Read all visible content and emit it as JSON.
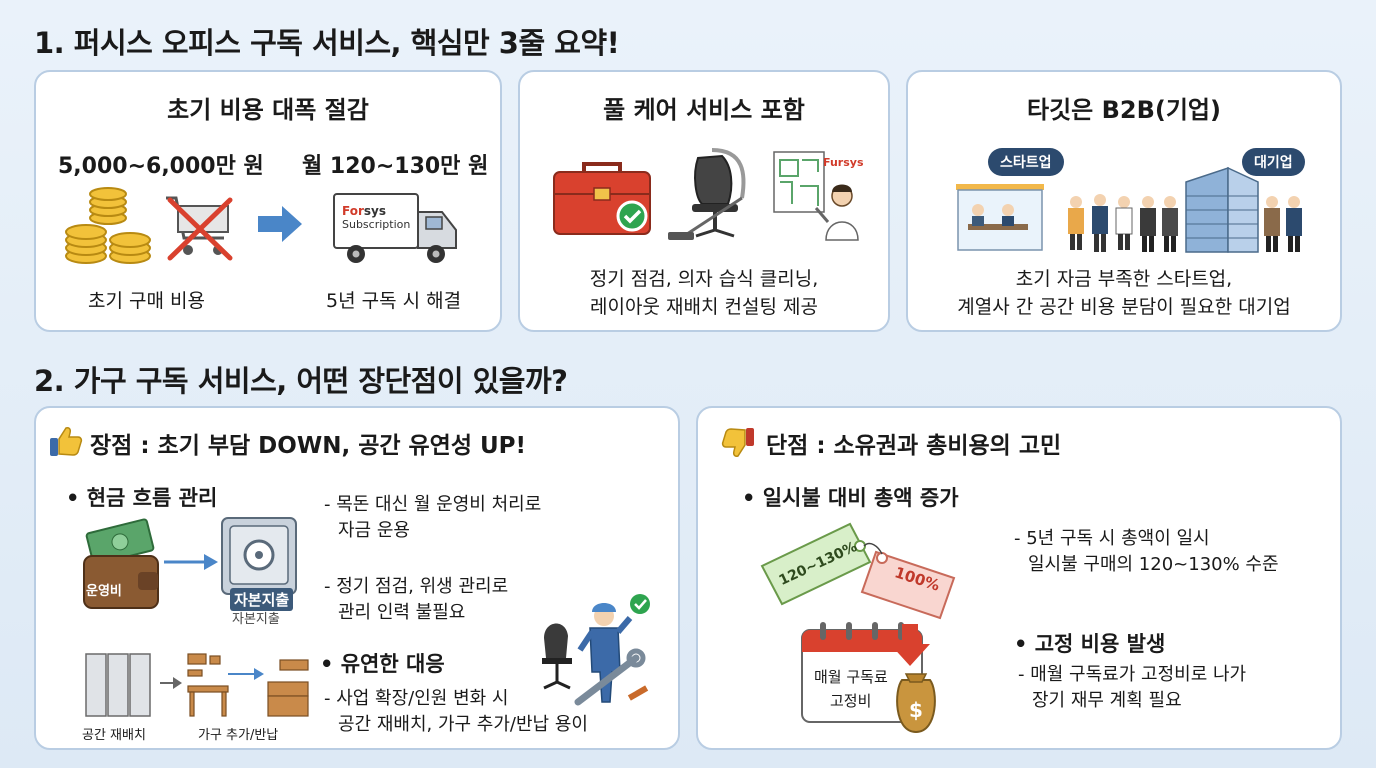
{
  "section1": {
    "title": "1. 퍼시스 오피스 구독 서비스, 핵심만 3줄 요약!",
    "card1": {
      "title": "초기 비용 대폭 절감",
      "left_price": "5,000~6,000만 원",
      "right_price": "월 120~130만 원",
      "truck_brand_for": "For",
      "truck_brand_sys": "sys",
      "truck_sub": "Subscription",
      "left_caption": "초기 구매 비용",
      "right_caption": "5년 구독 시 해결"
    },
    "card2": {
      "title": "풀 케어 서비스 포함",
      "brand": "Fursys",
      "desc_line1": "정기 점검, 의자 습식 클리닝,",
      "desc_line2": "레이아웃 재배치 컨설팅 제공"
    },
    "card3": {
      "title": "타깃은 B2B(기업)",
      "tag_startup": "스타트업",
      "tag_enterprise": "대기업",
      "desc_line1": "초기 자금 부족한 스타트업,",
      "desc_line2": "계열사 간 공간 비용 분담이 필요한 대기업"
    }
  },
  "section2": {
    "title": "2. 가구 구독 서비스, 어떤 장단점이 있을까?",
    "pros": {
      "title": "장점 : 초기 부담 DOWN, 공간 유연성 UP!",
      "cash_heading": "• 현금 흐름 관리",
      "cash_b1_l1": "- 목돈 대신 월 운영비 처리로",
      "cash_b1_l2": "자금 운용",
      "cash_b2_l1": "- 정기 점검, 위생 관리로",
      "cash_b2_l2": "관리 인력 불필요",
      "wallet_label": "운영비",
      "safe_label": "자본지출",
      "safe_label_under": "자본지출",
      "flex_heading": "• 유연한 대응",
      "flex_b1_l1": "- 사업 확장/인원 변화 시",
      "flex_b1_l2": "공간 재배치, 가구 추가/반납 용이",
      "space_caption": "공간 재배치",
      "furniture_caption": "가구 추가/반납"
    },
    "cons": {
      "title": "단점 : 소유권과 총비용의 고민",
      "total_heading": "• 일시불 대비 총액 증가",
      "total_b1_l1": "- 5년 구독 시 총액이 일시",
      "total_b1_l2": "일시불 구매의 120~130% 수준",
      "tag_green": "120~130%",
      "tag_pink": "100%",
      "fixed_heading": "• 고정 비용 발생",
      "fixed_b1_l1": "- 매월 구독료가 고정비로 나가",
      "fixed_b1_l2": "장기 재무 계획 필요",
      "calendar_l1": "매월 구독료",
      "calendar_l2": "고정비"
    }
  },
  "colors": {
    "card_border": "#b9cde3",
    "arrow_blue": "#4a86c8",
    "navy": "#2c4a6e",
    "red": "#d9412e",
    "brand_red": "#d13b2a"
  }
}
